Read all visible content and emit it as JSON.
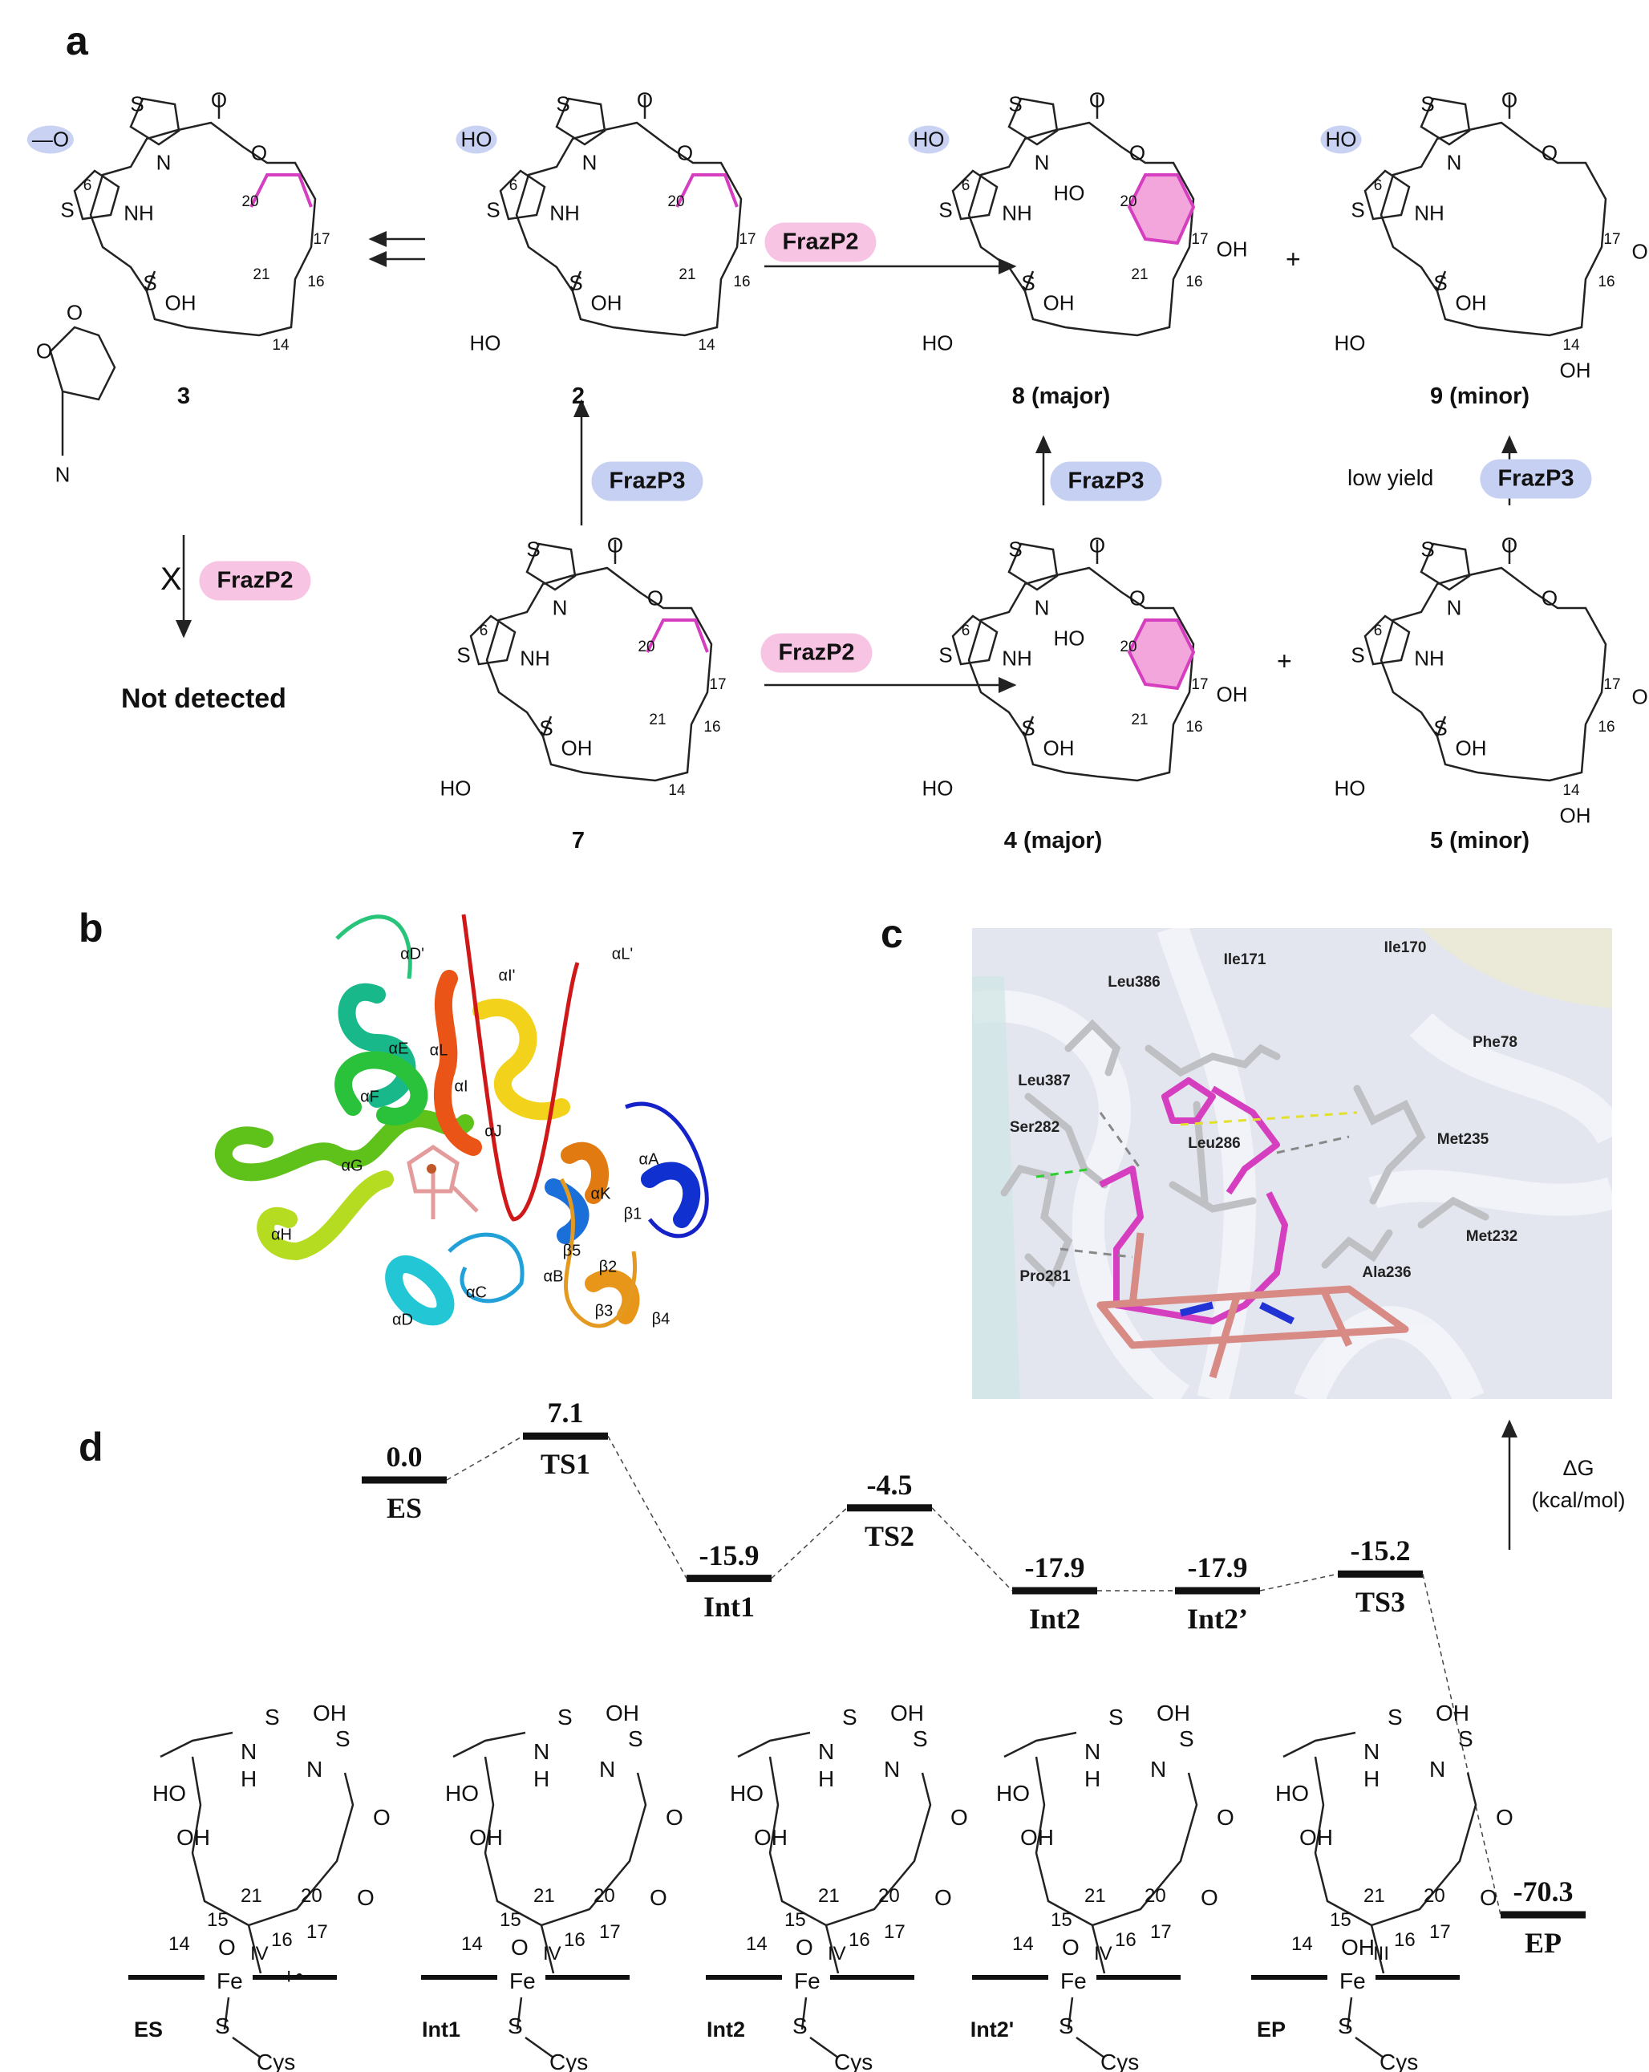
{
  "panels": {
    "a": "a",
    "b": "b",
    "c": "c",
    "d": "d"
  },
  "panel_a": {
    "molecules": [
      {
        "id": "m3",
        "number": "3",
        "labels": {
          "topS": "S",
          "carbO": "O",
          "N": "N",
          "estO": "O",
          "R6": "—O",
          "c6": "6",
          "ringS": "S",
          "NH": "NH",
          "c20": "20",
          "c17": "17",
          "c21": "21",
          "c16": "16",
          "thioS": "S",
          "OH": "OH",
          "qO": "O",
          "c14": "14",
          "sugO": "O",
          "amN": "N"
        }
      },
      {
        "id": "m2",
        "number": "2",
        "labels": {
          "topS": "S",
          "carbO": "O",
          "N": "N",
          "estO": "O",
          "R6": "HO",
          "c6": "6",
          "ringS": "S",
          "NH": "NH",
          "c20": "20",
          "c17": "17",
          "c21": "21",
          "c16": "16",
          "thioS": "S",
          "OH": "OH",
          "HO": "HO",
          "c14": "14"
        }
      },
      {
        "id": "m8",
        "number": "8 (major)",
        "labels": {
          "topS": "S",
          "carbO": "O",
          "N": "N",
          "estO": "O",
          "R6": "HO",
          "c6": "6",
          "ringS": "S",
          "NH": "NH",
          "c20": "20",
          "c17": "17",
          "c21": "21",
          "c16": "16",
          "thioS": "S",
          "OH": "OH",
          "HO": "HO",
          "HO20": "HO",
          "OH17": "OH"
        }
      },
      {
        "id": "m9",
        "number": "9 (minor)",
        "labels": {
          "topS": "S",
          "carbO": "O",
          "N": "N",
          "estO": "O",
          "R6": "HO",
          "c6": "6",
          "ringS": "S",
          "NH": "NH",
          "c17": "17",
          "c16": "16",
          "thioS": "S",
          "OH": "OH",
          "HO": "HO",
          "c14": "14",
          "OH17b": "OH",
          "OH14": "OH"
        }
      },
      {
        "id": "m7",
        "number": "7",
        "labels": {
          "topS": "S",
          "carbO": "O",
          "N": "N",
          "estO": "O",
          "c6": "6",
          "ringS": "S",
          "NH": "NH",
          "c20": "20",
          "c17": "17",
          "c21": "21",
          "c16": "16",
          "thioS": "S",
          "OH": "OH",
          "HO": "HO",
          "c14": "14"
        }
      },
      {
        "id": "m4",
        "number": "4 (major)",
        "labels": {
          "topS": "S",
          "carbO": "O",
          "N": "N",
          "estO": "O",
          "c6": "6",
          "ringS": "S",
          "NH": "NH",
          "c20": "20",
          "c17": "17",
          "c21": "21",
          "c16": "16",
          "thioS": "S",
          "OH": "OH",
          "HO": "HO",
          "HO20": "HO",
          "OH17": "OH"
        }
      },
      {
        "id": "m5",
        "number": "5 (minor)",
        "labels": {
          "topS": "S",
          "carbO": "O",
          "N": "N",
          "estO": "O",
          "c6": "6",
          "ringS": "S",
          "NH": "NH",
          "c17": "17",
          "c16": "16",
          "thioS": "S",
          "OH": "OH",
          "HO": "HO",
          "c14": "14",
          "OH17b": "OH",
          "OH14": "OH"
        }
      }
    ],
    "enzymes": {
      "p2": "FrazP2",
      "p3": "FrazP3"
    },
    "plus": "+",
    "low_yield": "low yield",
    "not_detected": "Not detected",
    "blocked_mark": "X"
  },
  "panel_b": {
    "labels": [
      "αD'",
      "αL'",
      "αI'",
      "αE",
      "αL",
      "αF",
      "αI",
      "αJ",
      "αG",
      "αA",
      "αK",
      "β1",
      "αH",
      "β5",
      "αB",
      "β2",
      "αC",
      "αD",
      "β3",
      "β4"
    ]
  },
  "panel_c": {
    "residues": [
      "Ile171",
      "Ile170",
      "Leu386",
      "Phe78",
      "Leu387",
      "Ser282",
      "Leu286",
      "Met235",
      "Met232",
      "Pro281",
      "Ala236"
    ]
  },
  "panel_d": {
    "axis": {
      "label": "ΔG",
      "unit": "(kcal/mol)"
    },
    "states": [
      {
        "name": "ES",
        "energy": 0.0,
        "value": "0.0"
      },
      {
        "name": "TS1",
        "energy": 7.1,
        "value": "7.1"
      },
      {
        "name": "Int1",
        "energy": -15.9,
        "value": "-15.9"
      },
      {
        "name": "TS2",
        "energy": -4.5,
        "value": "-4.5"
      },
      {
        "name": "Int2",
        "energy": -17.9,
        "value": "-17.9"
      },
      {
        "name": "Int2’",
        "energy": -17.9,
        "value": "-17.9"
      },
      {
        "name": "TS3",
        "energy": -15.2,
        "value": "-15.2"
      },
      {
        "name": "EP",
        "energy": -70.3,
        "value": "-70.3"
      }
    ],
    "structures": [
      {
        "name": "ES",
        "fe": "Fe",
        "ox": "IV",
        "s": "S",
        "cys": "Cys",
        "o": "O",
        "extra": "+•",
        "atoms": [
          "HO",
          "S",
          "OH",
          "N",
          "H",
          "S",
          "N",
          "OH",
          "O",
          "O",
          "14",
          "15",
          "16",
          "17",
          "20",
          "21"
        ]
      },
      {
        "name": "Int1",
        "fe": "Fe",
        "ox": "IV",
        "s": "S",
        "cys": "Cys",
        "o": "O",
        "extra": "",
        "atoms": [
          "HO",
          "S",
          "OH",
          "N",
          "H",
          "S",
          "N",
          "OH",
          "O",
          "O",
          "14",
          "15",
          "16",
          "17",
          "20",
          "21"
        ]
      },
      {
        "name": "Int2",
        "fe": "Fe",
        "ox": "IV",
        "s": "S",
        "cys": "Cys",
        "o": "O",
        "extra": "",
        "atoms": [
          "HO",
          "S",
          "OH",
          "N",
          "H",
          "S",
          "N",
          "OH",
          "O",
          "O",
          "14",
          "15",
          "16",
          "17",
          "20",
          "21"
        ]
      },
      {
        "name": "Int2'",
        "fe": "Fe",
        "ox": "IV",
        "s": "S",
        "cys": "Cys",
        "o": "O",
        "extra": "",
        "atoms": [
          "HO",
          "S",
          "OH",
          "N",
          "H",
          "S",
          "N",
          "OH",
          "O",
          "O",
          "14",
          "15",
          "16",
          "17",
          "20",
          "21"
        ]
      },
      {
        "name": "EP",
        "fe": "Fe",
        "ox": "III",
        "s": "S",
        "cys": "Cys",
        "o": "OH",
        "extra": "",
        "atoms": [
          "HO",
          "S",
          "OH",
          "N",
          "H",
          "S",
          "N",
          "OH",
          "O",
          "O",
          "14",
          "15",
          "16",
          "17",
          "20",
          "21"
        ]
      }
    ]
  },
  "colors": {
    "p2": "#f7c5e3",
    "p3": "#c6d0f2",
    "magenta": "#d63ec0",
    "heme": "#d88a84"
  }
}
